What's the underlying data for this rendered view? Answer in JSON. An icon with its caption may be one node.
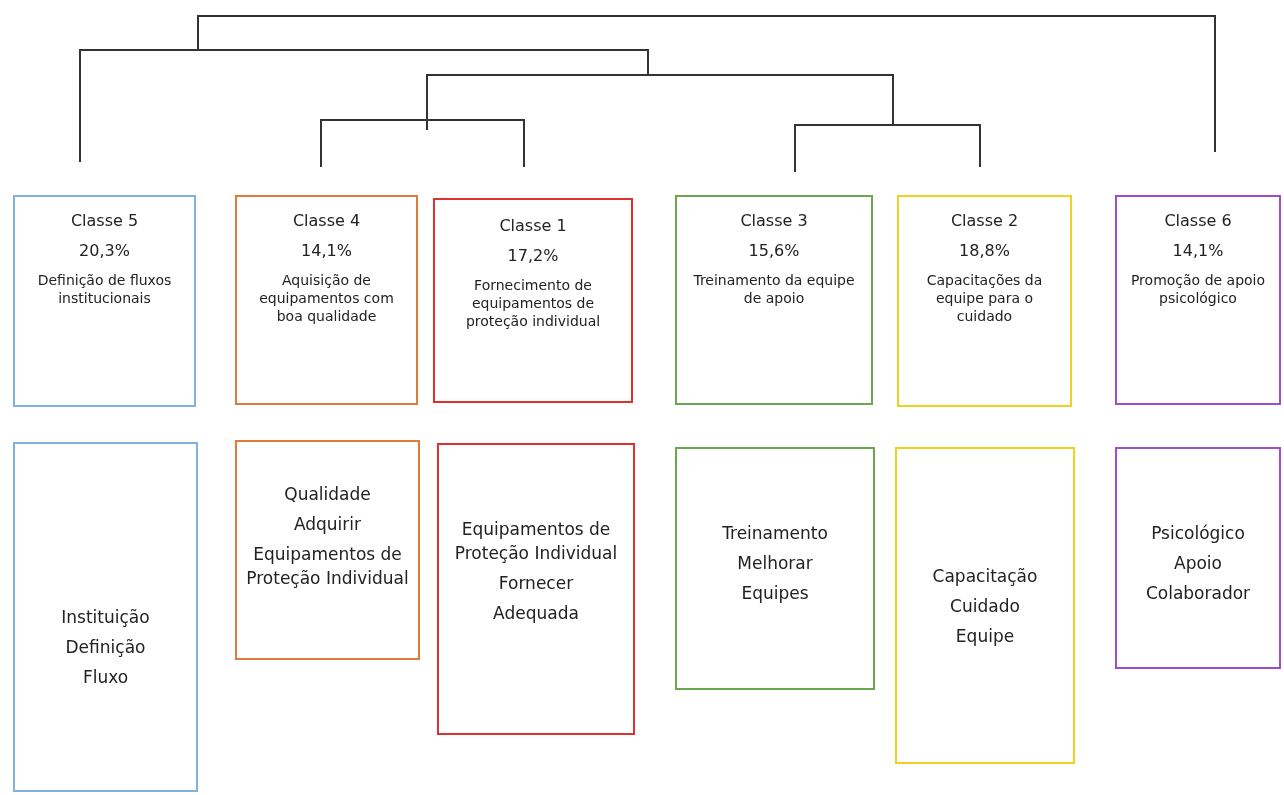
{
  "diagram": {
    "nodes": [
      {
        "text": [
          "Classe 5",
          "20,3%",
          "Definição de fluxos institucionais"
        ]
      },
      {
        "text": [
          "Classe 4",
          "14,1%",
          "Aquisição de equipamentos com boa qualidade"
        ]
      },
      {
        "text": [
          "Classe 1",
          "17,2%",
          "Fornecimento de equipamentos de proteção individual"
        ]
      },
      {
        "text": [
          "Classe 3",
          "15,6%",
          "Treinamento da equipe de apoio"
        ]
      },
      {
        "text": [
          "Classe 2",
          "18,8%",
          "Capacitações da equipe para o cuidado"
        ]
      },
      {
        "text": [
          "Classe 6",
          "14,1%",
          "Promoção de apoio psicológico"
        ]
      },
      {
        "text": [
          "Instituição",
          "Definição",
          "Fluxo"
        ]
      },
      {
        "text": [
          "Qualidade",
          "Adquirir",
          "Equipamentos de Proteção Individual"
        ]
      },
      {
        "text": [
          "Equipamentos de Proteção Individual",
          "Fornecer",
          "Adequada"
        ]
      },
      {
        "text": [
          "Treinamento",
          "Melhorar",
          "Equipes"
        ]
      },
      {
        "text": [
          "Capacitação",
          "Cuidado",
          "Equipe"
        ]
      },
      {
        "text": [
          "Psicológico",
          "Apoio",
          "Colaborador"
        ]
      }
    ]
  }
}
